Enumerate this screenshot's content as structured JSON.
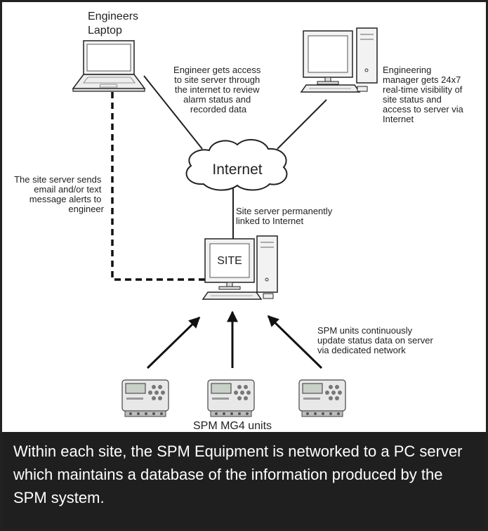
{
  "diagram": {
    "laptop_label_1": "Engineers",
    "laptop_label_2": "Laptop",
    "engineer_note": [
      "Engineer gets access",
      "to site server through",
      "the internet to review",
      "alarm status and",
      "recorded data"
    ],
    "manager_note": [
      "Engineering",
      "manager gets 24x7",
      "real-time visibility of",
      "site status and",
      "access to server via",
      "Internet"
    ],
    "cloud_label": "Internet",
    "alerts_note": [
      "The site server sends",
      "email and/or text",
      "message alerts to",
      "engineer"
    ],
    "link_note": [
      "Site server permanently",
      "linked to Internet"
    ],
    "site_label": "SITE",
    "spm_note": [
      "SPM units continuously",
      "update status data on server",
      "via dedicated network"
    ],
    "units_label": "SPM MG4 units"
  },
  "caption": {
    "text": "Within each site, the SPM Equipment is networked to a PC server which maintains a database of the information produced by the SPM system."
  }
}
